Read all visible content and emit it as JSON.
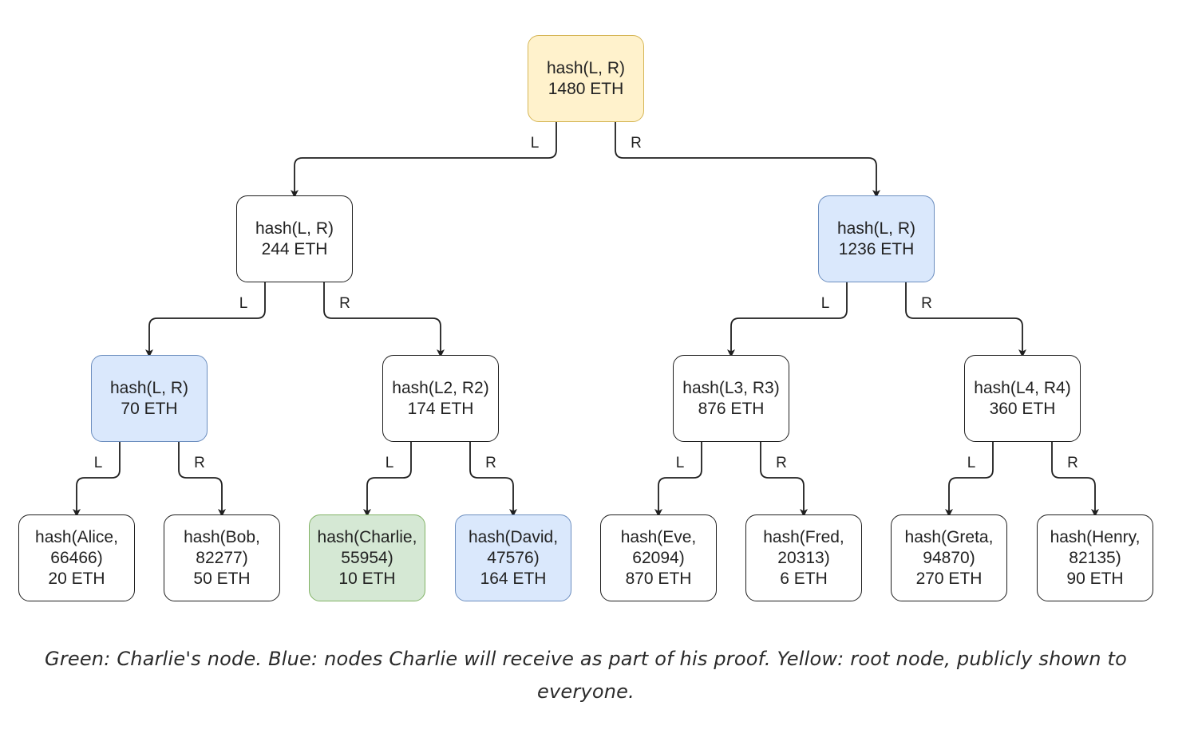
{
  "colors": {
    "root": "#fff2cc",
    "root_border": "#d6b656",
    "proof": "#dae8fc",
    "proof_border": "#6c8ebf",
    "owner": "#d5e8d4",
    "owner_border": "#82b366",
    "default": "#ffffff",
    "default_border": "#1f1f1f"
  },
  "nodes": {
    "root": {
      "lines": [
        "hash(L, R)",
        "1480 ETH"
      ],
      "role": "root"
    },
    "n_left": {
      "lines": [
        "hash(L, R)",
        "244 ETH"
      ],
      "role": "default"
    },
    "n_right": {
      "lines": [
        "hash(L, R)",
        "1236 ETH"
      ],
      "role": "proof"
    },
    "n_ll": {
      "lines": [
        "hash(L, R)",
        "70 ETH"
      ],
      "role": "proof"
    },
    "n_lr": {
      "lines": [
        "hash(L2, R2)",
        "174 ETH"
      ],
      "role": "default"
    },
    "n_rl": {
      "lines": [
        "hash(L3, R3)",
        "876 ETH"
      ],
      "role": "default"
    },
    "n_rr": {
      "lines": [
        "hash(L4, R4)",
        "360 ETH"
      ],
      "role": "default"
    },
    "leaf_alice": {
      "lines": [
        "hash(Alice,",
        "66466)",
        "20 ETH"
      ],
      "role": "default"
    },
    "leaf_bob": {
      "lines": [
        "hash(Bob,",
        "82277)",
        "50 ETH"
      ],
      "role": "default"
    },
    "leaf_charlie": {
      "lines": [
        "hash(Charlie,",
        "55954)",
        "10 ETH"
      ],
      "role": "owner"
    },
    "leaf_david": {
      "lines": [
        "hash(David,",
        "47576)",
        "164 ETH"
      ],
      "role": "proof"
    },
    "leaf_eve": {
      "lines": [
        "hash(Eve,",
        "62094)",
        "870 ETH"
      ],
      "role": "default"
    },
    "leaf_fred": {
      "lines": [
        "hash(Fred,",
        "20313)",
        "6 ETH"
      ],
      "role": "default"
    },
    "leaf_greta": {
      "lines": [
        "hash(Greta,",
        "94870)",
        "270 ETH"
      ],
      "role": "default"
    },
    "leaf_henry": {
      "lines": [
        "hash(Henry,",
        "82135)",
        "90 ETH"
      ],
      "role": "default"
    }
  },
  "edges": [
    {
      "from": "root",
      "to": "n_left",
      "label": "L"
    },
    {
      "from": "root",
      "to": "n_right",
      "label": "R"
    },
    {
      "from": "n_left",
      "to": "n_ll",
      "label": "L"
    },
    {
      "from": "n_left",
      "to": "n_lr",
      "label": "R"
    },
    {
      "from": "n_right",
      "to": "n_rl",
      "label": "L"
    },
    {
      "from": "n_right",
      "to": "n_rr",
      "label": "R"
    },
    {
      "from": "n_ll",
      "to": "leaf_alice",
      "label": "L"
    },
    {
      "from": "n_ll",
      "to": "leaf_bob",
      "label": "R"
    },
    {
      "from": "n_lr",
      "to": "leaf_charlie",
      "label": "L"
    },
    {
      "from": "n_lr",
      "to": "leaf_david",
      "label": "R"
    },
    {
      "from": "n_rl",
      "to": "leaf_eve",
      "label": "L"
    },
    {
      "from": "n_rl",
      "to": "leaf_fred",
      "label": "R"
    },
    {
      "from": "n_rr",
      "to": "leaf_greta",
      "label": "L"
    },
    {
      "from": "n_rr",
      "to": "leaf_henry",
      "label": "R"
    }
  ],
  "caption": "Green: Charlie's node. Blue: nodes Charlie will receive as part of his proof. Yellow: root node, publicly shown to everyone."
}
